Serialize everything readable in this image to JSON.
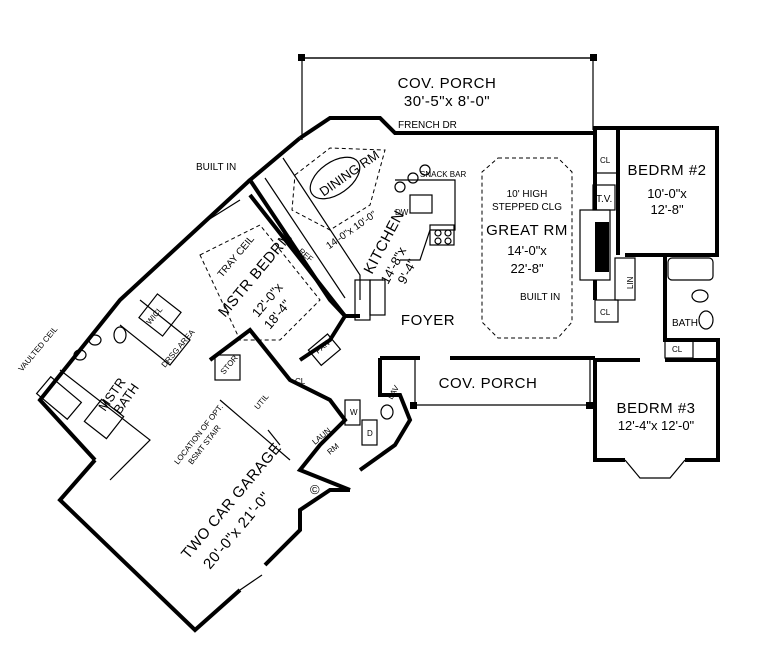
{
  "rooms": {
    "cov_porch_top": {
      "name": "COV. PORCH",
      "size": "30'-5\"x 8'-0\""
    },
    "french_door": "FRENCH DR",
    "built_in_left": "BUILT IN",
    "dining": {
      "name": "DINING RM",
      "size": "14'-0\"x 10'-0\""
    },
    "snack_bar": "SNACK BAR",
    "dw": "DW",
    "kitchen": {
      "name": "KITCHEN",
      "size_line1": "14'-8\"x",
      "size_line2": "9'-4\""
    },
    "great_rm": {
      "note_line1": "10' HIGH",
      "note_line2": "STEPPED CLG",
      "name": "GREAT RM",
      "size_line1": "14'-0\"x",
      "size_line2": "22'-8\""
    },
    "built_in_right": "BUILT IN",
    "tv": "T.V.",
    "bedrm2": {
      "name": "BEDRM #2",
      "size_line1": "10'-0\"x",
      "size_line2": "12'-8\""
    },
    "cl_labels": [
      "CL",
      "CL",
      "CL",
      "CL"
    ],
    "lin": "LIN",
    "bath": "BATH",
    "foyer": "FOYER",
    "cov_porch_front": "COV. PORCH",
    "bedrm3": {
      "name": "BEDRM #3",
      "size": "12'-4\"x 12'-0\""
    },
    "mstr_bedrm": {
      "note": "TRAY CEIL",
      "name": "MSTR BEDRM",
      "size_line1": "12'-0\"x",
      "size_line2": "18'-4\""
    },
    "drsg_area": "DRSG AREA",
    "wicl": "WICL",
    "vaulted": "VAULTED CEIL",
    "mstr_bath": {
      "line1": "MSTR",
      "line2": "BATH"
    },
    "stor": "STOR",
    "util": "UTIL",
    "pan": "PAN",
    "lav": "LAV",
    "laun": {
      "line1": "LAUN",
      "line2": "RM"
    },
    "w": "W",
    "d": "D",
    "stair_note": {
      "line1": "LOCATION OF OPT.",
      "line2": "BSMT STAIR"
    },
    "garage": {
      "name": "TWO CAR GARAGE",
      "size": "20'-0\"x 21'-0\""
    },
    "copyright": "©",
    "ref": "REF"
  }
}
